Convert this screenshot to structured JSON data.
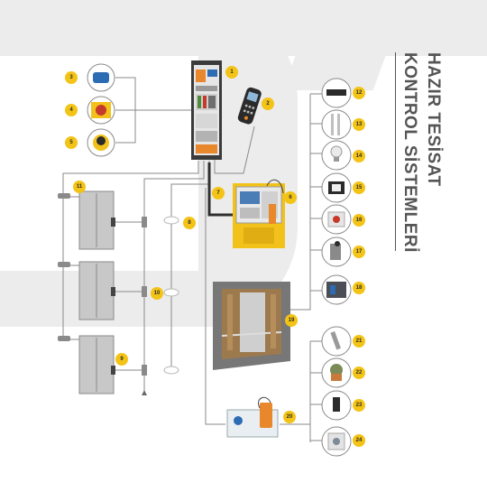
{
  "title": {
    "line1": "HAZIR TESİSAT",
    "line2": "KONTROL SİSTEMLERİ"
  },
  "callouts": [
    "1",
    "2",
    "3",
    "4",
    "5",
    "6",
    "7",
    "8",
    "9",
    "10",
    "11",
    "12",
    "13",
    "14",
    "15",
    "16",
    "17",
    "18",
    "19",
    "20",
    "21",
    "22",
    "23",
    "24"
  ],
  "colors": {
    "badge": "#f3c316",
    "wire": "#888888",
    "cable": "#2f2f2f",
    "accent_orange": "#e8872b",
    "panel_yellow": "#f2c21a",
    "background_shape": "#ececec"
  },
  "icons": {
    "3": "blue-switch-icon",
    "4": "red-emergency-stop-icon",
    "5": "mushroom-stop-button-icon",
    "12": "door-operator-icon",
    "13": "limit-rods-icon",
    "14": "bulb-icon",
    "15": "contactor-icon",
    "16": "stop-button-box-icon",
    "17": "limit-switch-icon",
    "18": "relay-block-icon",
    "21": "alarm-bell-icon",
    "22": "light-curtain-icon",
    "23": "overload-sensor-icon",
    "24": "pushbutton-icon"
  }
}
